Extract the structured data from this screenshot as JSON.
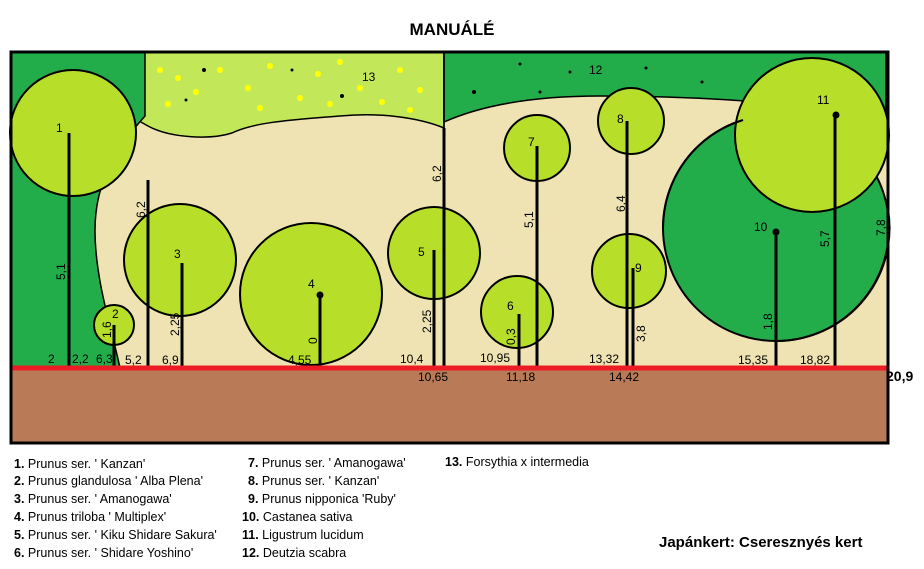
{
  "title": "MANUÁLÉ",
  "footer_title": "Japánkert: Cseresznyés kert",
  "plants": [
    {
      "num": "1.",
      "label": "Prunus ser. ' Kanzan'"
    },
    {
      "num": "2.",
      "label": "Prunus glandulosa ' Alba Plena'"
    },
    {
      "num": "3.",
      "label": "Prunus ser. ' Amanogawa'"
    },
    {
      "num": "4.",
      "label": "Prunus triloba ' Multiplex'"
    },
    {
      "num": "5.",
      "label": "Prunus ser. ' Kiku Shidare Sakura'"
    },
    {
      "num": "6.",
      "label": "Prunus ser. ' Shidare Yoshino'"
    },
    {
      "num": "7.",
      "label": "Prunus ser. ' Amanogawa'"
    },
    {
      "num": "8.",
      "label": "Prunus ser. ' Kanzan'"
    },
    {
      "num": "9.",
      "label": "Prunus nipponica 'Ruby'"
    },
    {
      "num": "10.",
      "label": "Castanea sativa"
    },
    {
      "num": "11.",
      "label": "Ligustrum lucidum"
    },
    {
      "num": "12.",
      "label": "Deutzia scabra"
    },
    {
      "num": "13.",
      "label": "Forsythia x intermedia"
    }
  ],
  "trees": [
    {
      "id": "1",
      "position": "2,2",
      "distance": "5,1"
    },
    {
      "id": "2",
      "position": "6,3",
      "distance": "1,6"
    },
    {
      "id": "3",
      "position": "6,9",
      "distance": "2,25"
    },
    {
      "id": "4",
      "position": "4,55",
      "distance": "0"
    },
    {
      "id": "5",
      "position": "10,65",
      "distance": "2,25"
    },
    {
      "id": "6",
      "position": "10,95",
      "distance": "0,3"
    },
    {
      "id": "7",
      "position": "11,18",
      "distance": "5,1"
    },
    {
      "id": "8",
      "position": "14,42",
      "distance": "6,4"
    },
    {
      "id": "9",
      "position": "14,42",
      "distance": "3,8"
    },
    {
      "id": "10",
      "position": "15,35",
      "distance": "1,8"
    },
    {
      "id": "11",
      "position": "18,82",
      "distance": "5,7"
    }
  ],
  "bed_labels": [
    "12",
    "13"
  ],
  "baseline_labels": [
    "2",
    "5,2",
    "10,4",
    "13,32",
    "20,9"
  ],
  "vertical_labels": [
    "6,2",
    "6,2",
    "7,8"
  ],
  "colors": {
    "lawn": "#22ac4a",
    "light_green": "#b7df2a",
    "path": "#efe3b4",
    "soil": "#b97a57",
    "baseline": "#ec1c24",
    "flower_yellow": "#ffff00"
  }
}
